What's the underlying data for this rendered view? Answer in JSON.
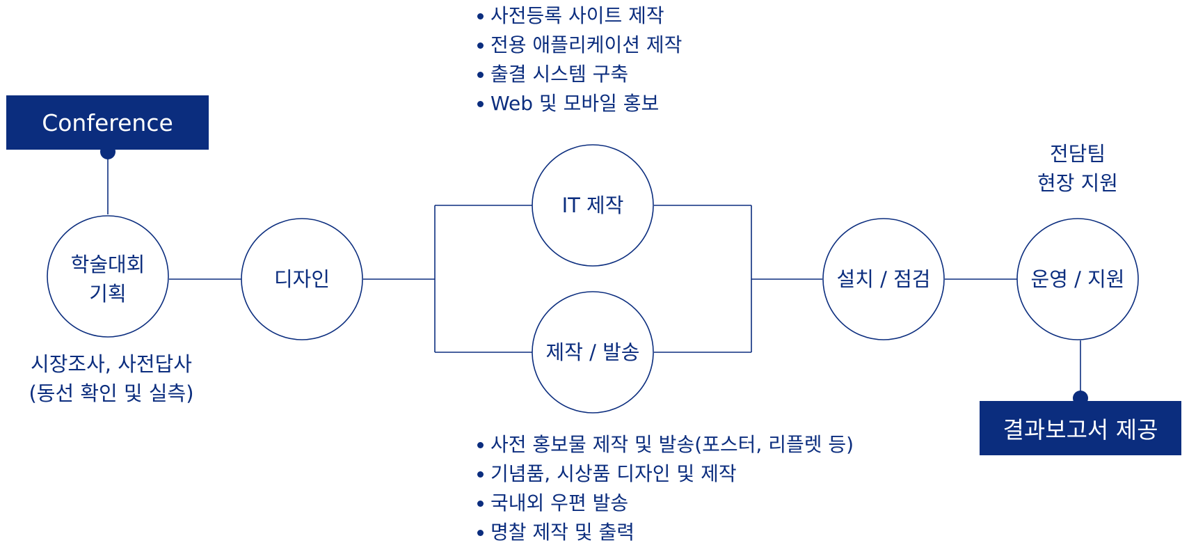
{
  "colors": {
    "primary": "#0b2d7e",
    "background": "#ffffff",
    "tag_text": "#ffffff"
  },
  "tags": {
    "conference": "Conference",
    "report": "결과보고서 제공"
  },
  "nodes": {
    "planning": [
      "학술대회",
      "기획"
    ],
    "design": "디자인",
    "it": "IT 제작",
    "production": "제작 / 발송",
    "install": "설치 / 점검",
    "operation": "운영 / 지원"
  },
  "captions": {
    "research": [
      "시장조사, 사전답사",
      "(동선 확인 및 실측)"
    ],
    "support": [
      "전담팀",
      "현장 지원"
    ]
  },
  "it_details": [
    "사전등록 사이트 제작",
    "전용 애플리케이션 제작",
    "출결 시스템 구축",
    "Web 및 모바일 홍보"
  ],
  "production_details": [
    "사전 홍보물 제작 및 발송(포스터, 리플렛 등)",
    "기념품, 시상품 디자인 및 제작",
    "국내외 우편 발송",
    "명찰 제작 및 출력"
  ]
}
